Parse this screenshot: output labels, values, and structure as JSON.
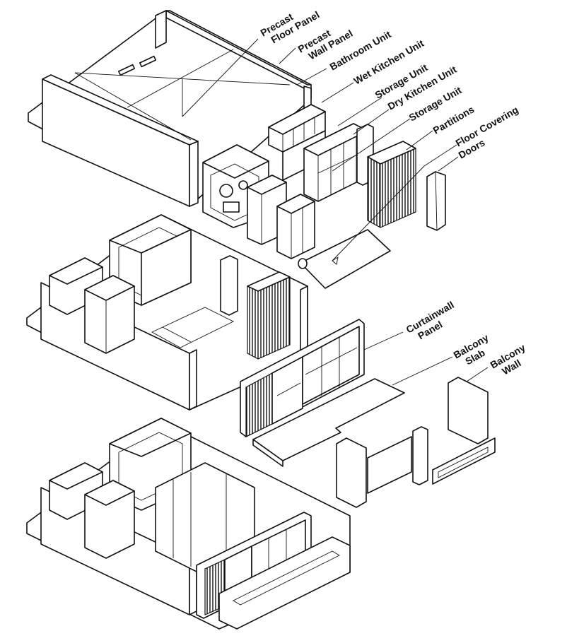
{
  "labels": {
    "precast_floor_panel": [
      "Precast",
      "Floor Panel"
    ],
    "precast_wall_panel": [
      "Precast",
      "Wall Panel"
    ],
    "bathroom_unit": [
      "Bathroom Unit"
    ],
    "wet_kitchen_unit": [
      "Wet Kitchen Unit"
    ],
    "storage_unit_1": [
      "Storage Unit"
    ],
    "dry_kitchen_unit": [
      "Dry Kitchen Unit"
    ],
    "storage_unit_2": [
      "Storage Unit"
    ],
    "partitions": [
      "Partitions"
    ],
    "floor_covering": [
      "Floor Covering"
    ],
    "doors": [
      "Doors"
    ],
    "curtainwall_panel": [
      "Curtainwall",
      "Panel"
    ],
    "balcony_slab": [
      "Balcony",
      "Slab"
    ],
    "balcony_wall": [
      "Balcony",
      "Wall"
    ]
  }
}
